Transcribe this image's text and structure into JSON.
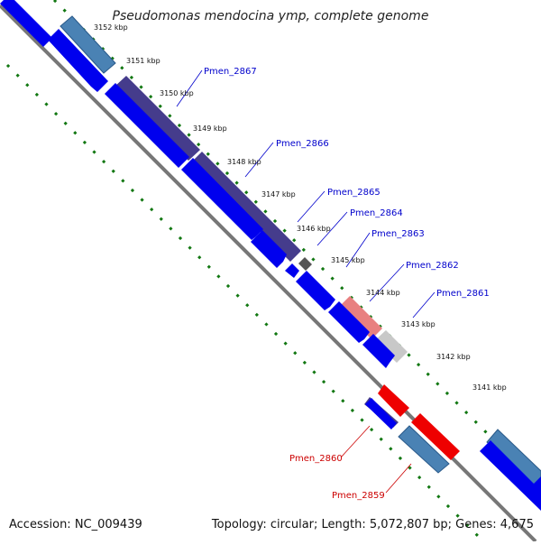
{
  "title": "Pseudomonas mendocina ymp, complete genome",
  "footer": {
    "accession": "Accession: NC_009439",
    "summary": "Topology: circular; Length: 5,072,807 bp; Genes: 4,675"
  },
  "colors": {
    "forward_gene": "#0000ee",
    "dark_purple": "#453c8c",
    "steel_blue": "#4a82b4",
    "red": "#ee0000",
    "pink": "#e88080",
    "light_gray": "#c8c8c8",
    "dark_gray": "#555555",
    "tick_green": "#117711",
    "backbone": "#777777",
    "label_blue": "#0000cc",
    "label_red": "#cc0000"
  },
  "kbp_labels": [
    "3152 kbp",
    "3151 kbp",
    "3150 kbp",
    "3149 kbp",
    "3148 kbp",
    "3147 kbp",
    "3146 kbp",
    "3145 kbp",
    "3144 kbp",
    "3143 kbp",
    "3142 kbp",
    "3141 kbp"
  ],
  "gene_labels": [
    "Pmen_2867",
    "Pmen_2866",
    "Pmen_2865",
    "Pmen_2864",
    "Pmen_2863",
    "Pmen_2862",
    "Pmen_2861",
    "Pmen_2860",
    "Pmen_2859"
  ]
}
